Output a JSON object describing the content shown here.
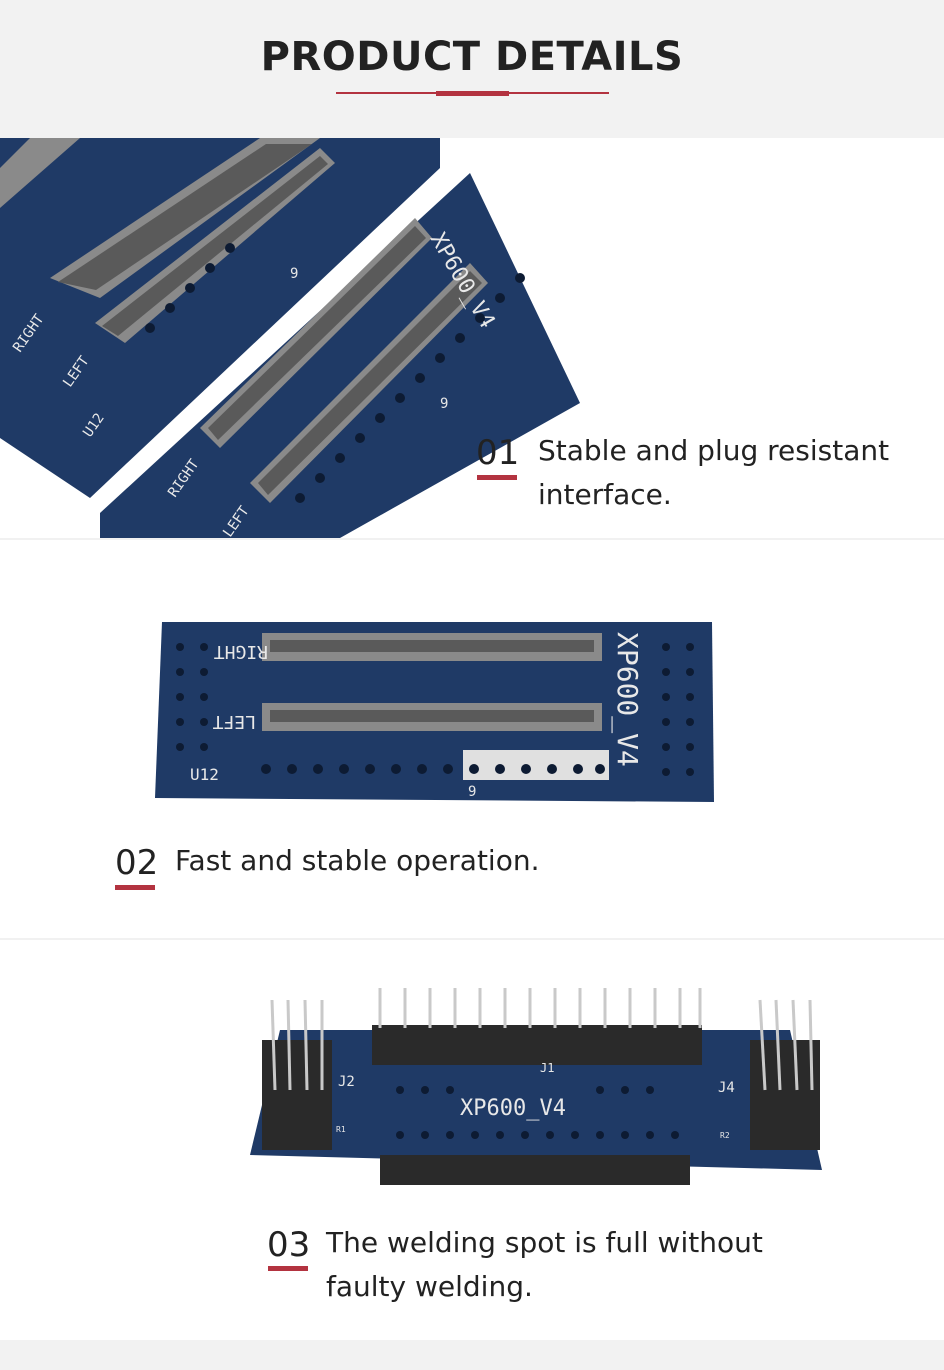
{
  "header": {
    "title": "PRODUCT DETAILS"
  },
  "features": [
    {
      "number": "01",
      "text_lines": [
        "Stable and plug resistant",
        "interface."
      ]
    },
    {
      "number": "02",
      "text_lines": [
        "Fast and stable operation."
      ]
    },
    {
      "number": "03",
      "text_lines": [
        "The welding spot is full without",
        "faulty welding."
      ]
    }
  ],
  "board": {
    "label": "XP600_V4",
    "right": "RIGHT",
    "left": "LEFT",
    "u": "U12",
    "pin": "9",
    "j1": "J1",
    "j2": "J2",
    "j4": "J4",
    "r1": "R1",
    "r2": "R2"
  },
  "colors": {
    "accent": "#b33340",
    "board": "#1f3a66",
    "connector": "#8a8a8a"
  }
}
